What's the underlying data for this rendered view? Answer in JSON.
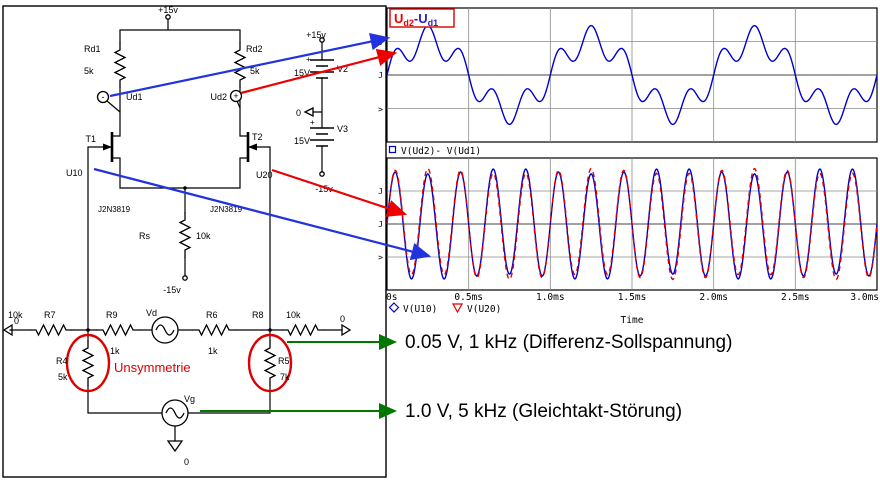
{
  "schematic": {
    "vcc_main": "+15v",
    "rd1_name": "Rd1",
    "rd1_value": "5k",
    "rd2_name": "Rd2",
    "rd2_value": "5k",
    "ud1_sign": "-",
    "ud1_label": "Ud1",
    "ud2_label": "Ud2",
    "ud2_sign": "+",
    "t1_label": "T1",
    "t2_label": "T2",
    "t1_model": "J2N3819",
    "t2_model": "J2N3819",
    "u10_label": "U10",
    "u20_label": "U20",
    "rs_name": "Rs",
    "rs_value": "10k",
    "vee_rs": "-15v",
    "vcc_bat": "+15v",
    "vee_bat": "-15v",
    "v2_plus": "+",
    "v2_name": "V2",
    "v2_value": "15V",
    "bat_mid_net": "0",
    "v3_plus": "+",
    "v3_name": "V3",
    "v3_value": "15V",
    "r7_value": "10k",
    "r7_name": "R7",
    "r9_name": "R9",
    "r9_value": "1k",
    "vd_name": "Vd",
    "r6_name": "R6",
    "r6_value": "1k",
    "r8_name": "R8",
    "r8_value": "10k",
    "r4_name": "R4",
    "r4_value": "5k",
    "r5_name": "R5",
    "r5_value": "7k",
    "vg_name": "Vg",
    "gnd_left": "0",
    "gnd_right": "0",
    "gnd_bottom": "0",
    "unsymmetrie_label": "Unsymmetrie"
  },
  "plots": {
    "wave_label": {
      "u1": "U",
      "s1": "d2",
      "u2": "-U",
      "s2": "d1"
    },
    "legend_top": "V(Ud2)- V(Ud1)",
    "legend_u10": "V(U10)",
    "legend_u20": "V(U20)",
    "xticks": [
      "0s",
      "0.5ms",
      "1.0ms",
      "1.5ms",
      "2.0ms",
      "2.5ms",
      "3.0ms"
    ],
    "xlabel": "Time",
    "yfrags_top": [
      "J",
      "J",
      ">"
    ],
    "yfrags_bottom": [
      "J",
      "J",
      ">"
    ]
  },
  "annotations": {
    "diff_source": "0.05 V, 1 kHz (Differenz-Sollspannung)",
    "cm_source": "1.0 V, 5 kHz (Gleichtakt-Störung)"
  },
  "colors": {
    "trace_blue": "#0000cc",
    "trace_red": "#dd0000",
    "arrow_blue": "#2233dd",
    "arrow_red": "#ee0000",
    "arrow_green": "#007700",
    "highlight_red": "#dd0000"
  },
  "chart_data": [
    {
      "type": "line",
      "title": "Ud2-Ud1 differential output voltage",
      "xlabel": "Time",
      "x_unit": "ms",
      "x_range": [
        0,
        3
      ],
      "xticks": [
        "0s",
        "0.5ms",
        "1.0ms",
        "1.5ms",
        "2.0ms",
        "2.5ms",
        "3.0ms"
      ],
      "ylim": [
        -1.9,
        1.9
      ],
      "grid": true,
      "legend": [
        "V(Ud2)- V(Ud1)"
      ],
      "series": [
        {
          "name": "V(Ud2)- V(Ud1)",
          "color": "#0000cc",
          "waveform": "sum-of-sines",
          "components": [
            {
              "freq_hz": 1000,
              "amplitude": 1.0,
              "phase": 0
            },
            {
              "freq_hz": 5000,
              "amplitude": 0.4,
              "phase": 0
            }
          ]
        }
      ]
    },
    {
      "type": "line",
      "title": "Gate input voltages U10 / U20",
      "xlabel": "Time",
      "x_unit": "ms",
      "x_range": [
        0,
        3
      ],
      "xticks": [
        "0s",
        "0.5ms",
        "1.0ms",
        "1.5ms",
        "2.0ms",
        "2.5ms",
        "3.0ms"
      ],
      "ylim": [
        -1.25,
        1.25
      ],
      "grid": true,
      "legend": [
        "V(U10)",
        "V(U20)"
      ],
      "series": [
        {
          "name": "V(U10)",
          "color": "#0000cc",
          "waveform": "sum-of-sines",
          "components": [
            {
              "freq_hz": 5000,
              "amplitude": 1.0,
              "phase": 0
            },
            {
              "freq_hz": 1000,
              "amplitude": -0.05,
              "phase": 0
            }
          ]
        },
        {
          "name": "V(U20)",
          "color": "#dd0000",
          "dash": true,
          "waveform": "sum-of-sines",
          "components": [
            {
              "freq_hz": 5000,
              "amplitude": 1.0,
              "phase": 0
            },
            {
              "freq_hz": 1000,
              "amplitude": 0.05,
              "phase": 0
            }
          ]
        }
      ]
    }
  ]
}
